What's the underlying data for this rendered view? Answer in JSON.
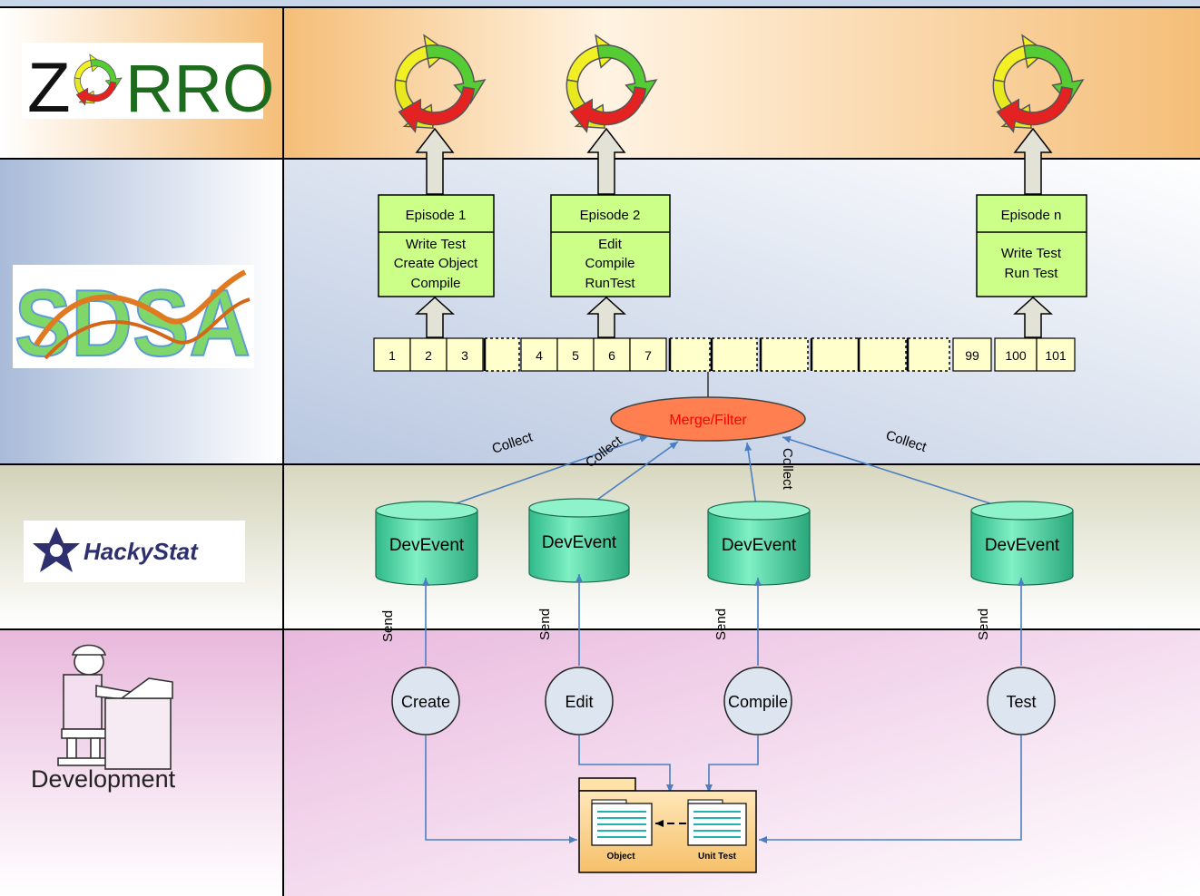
{
  "layers": {
    "zorro": {
      "logo_text_left": "Z",
      "logo_text_right": "RRO"
    },
    "sdsa": {
      "logo_text": "SDSA"
    },
    "hackystat": {
      "logo_text": "HackyStat"
    },
    "development": {
      "label": "Development"
    }
  },
  "episodes": [
    {
      "title": "Episode 1",
      "lines": [
        "Write Test",
        "Create Object",
        "Compile"
      ]
    },
    {
      "title": "Episode 2",
      "lines": [
        "Edit",
        "Compile",
        "RunTest"
      ]
    },
    {
      "title": "Episode n",
      "lines": [
        "Write Test",
        "Run Test"
      ]
    }
  ],
  "sequence": [
    "1",
    "2",
    "3",
    "",
    "4",
    "5",
    "6",
    "7",
    "",
    "",
    "",
    "",
    "",
    "",
    "99",
    "100",
    "101"
  ],
  "merge_filter": {
    "label": "Merge/Filter"
  },
  "collect_label": "Collect",
  "send_label": "Send",
  "dev_events": [
    "DevEvent",
    "DevEvent",
    "DevEvent",
    "DevEvent"
  ],
  "activities": [
    "Create",
    "Edit",
    "Compile",
    "Test"
  ],
  "folder": {
    "object_label": "Object",
    "unit_test_label": "Unit Test"
  },
  "colors": {
    "zorro_band": "#f7c98a",
    "sdsa_band": "#c5d2e6",
    "hackystat_band": "#dcdcc4",
    "development_band": "#efc8e4",
    "episode_box": "#ccff88",
    "sequence_cell": "#ffffcc",
    "merge_ellipse": "#ff7f50",
    "merge_text": "#ff0000",
    "dev_event": "#33cc99",
    "activity_circle": "#dde6f0",
    "connector": "#4a7fc1"
  }
}
